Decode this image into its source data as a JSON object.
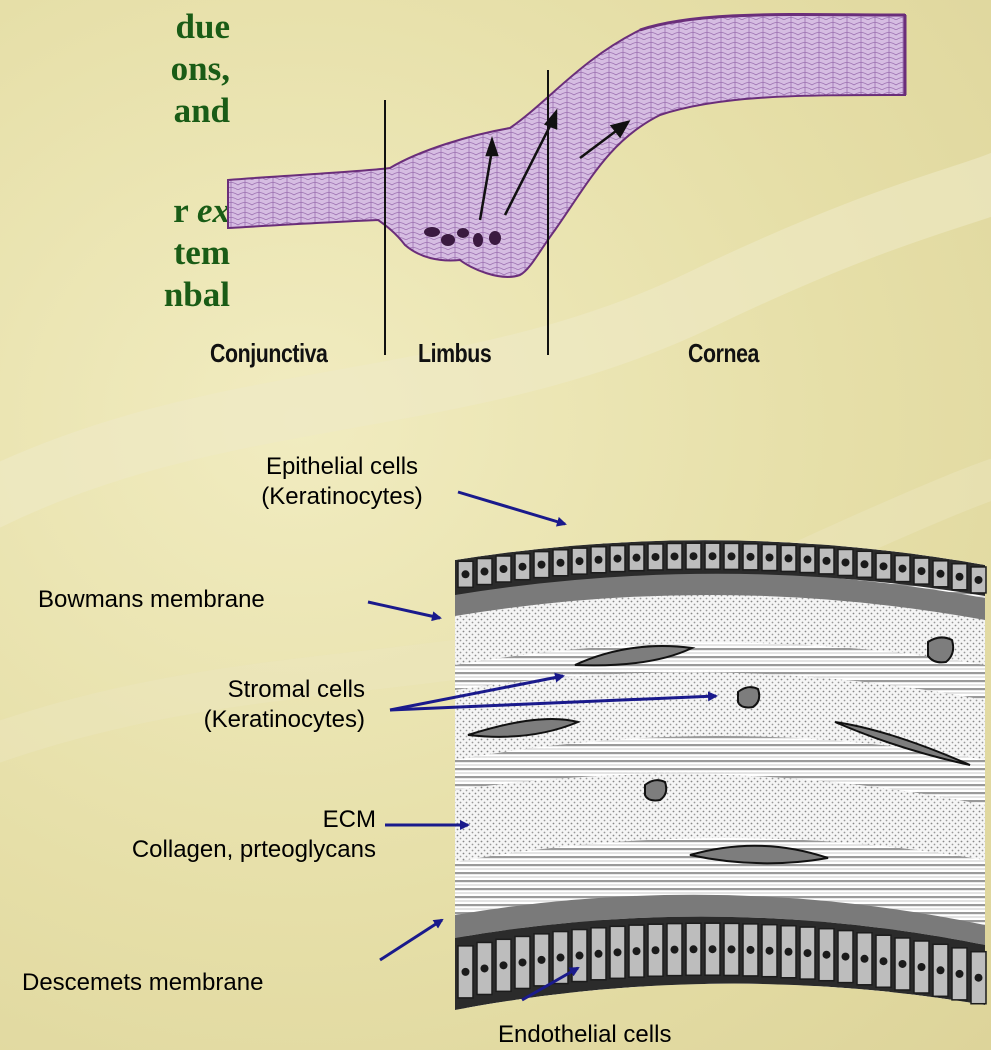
{
  "left_text_fragments": [
    {
      "text": "due",
      "italic": ""
    },
    {
      "text": "ons,",
      "italic": ""
    },
    {
      "text": "and",
      "italic": ""
    },
    {
      "text": "r ",
      "italic": "ex"
    },
    {
      "text": "tem",
      "italic": ""
    },
    {
      "text": "nbal",
      "italic": ""
    }
  ],
  "limbus_diagram": {
    "labels": [
      "Conjunctiva",
      "Limbus",
      "Cornea"
    ],
    "tissue_color": "#c9a8d8",
    "outline_color": "#6a2e7a"
  },
  "cornea_diagram": {
    "labels": {
      "epithelial": [
        "Epithelial cells",
        "(Keratinocytes)"
      ],
      "bowmans": "Bowmans membrane",
      "stromal": [
        "Stromal cells",
        "(Keratinocytes)"
      ],
      "ecm": [
        "ECM",
        "Collagen, prteoglycans"
      ],
      "descemets": "Descemets membrane",
      "endothelial": "Endothelial cells"
    },
    "arrow_color": "#1a1a8c"
  }
}
